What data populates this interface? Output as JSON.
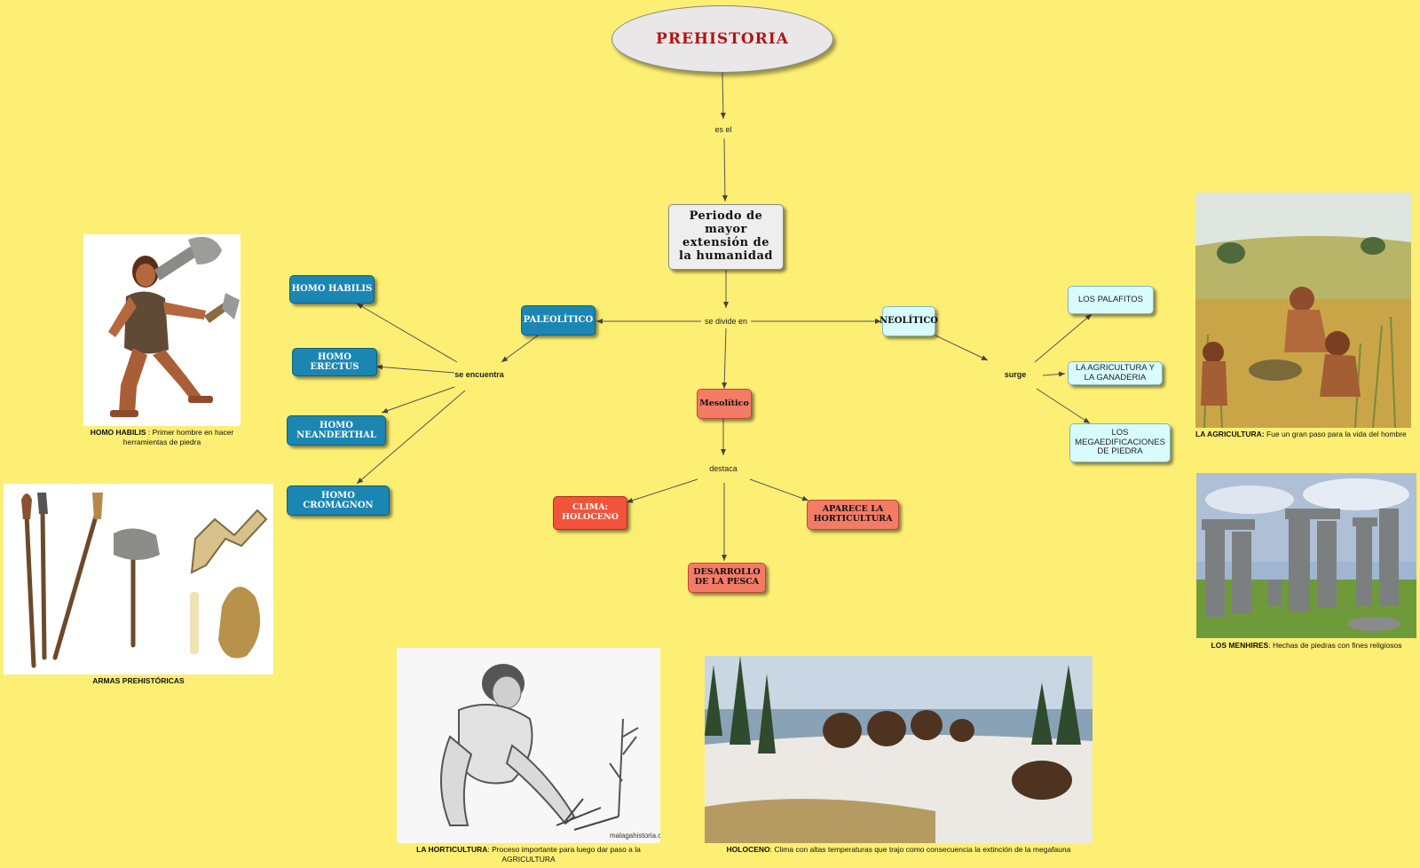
{
  "title": "PREHISTORIA",
  "center": "Periodo de mayor extensión de la humanidad",
  "links": {
    "es_el": "es el",
    "se_divide_en": "se divide en",
    "se_encuentra": "se encuentra",
    "surge": "surge",
    "destaca": "destaca"
  },
  "periods": {
    "paleolitico": "PALEOLÍTICO",
    "mesolitico": "Mesolítico",
    "neolitico": "NEOLÍTICO"
  },
  "species": [
    "HOMO HABILIS",
    "HOMO ERECTUS",
    "HOMO NEANDERTHAL",
    "HOMO CROMAGNON"
  ],
  "mesolitico_items": [
    "CLIMA: HOLOCENO",
    "APARECE LA HORTICULTURA",
    "DESARROLLO DE LA PESCA"
  ],
  "neolitico_items": [
    "LOS PALAFITOS",
    "LA AGRICULTURA Y LA GANADERIA",
    "LOS MEGAEDIFICACIONES DE PIEDRA"
  ],
  "captions": {
    "habilis": {
      "bold": "HOMO HABILIS",
      "text": " : Primer hombre en hacer herramientas de piedra"
    },
    "armas": {
      "bold": "ARMAS PREHISTÓRICAS",
      "text": ""
    },
    "horticultura": {
      "bold": "LA HORTICULTURA",
      "text": ": Proceso importante para luego dar paso a la AGRICULTURA"
    },
    "holoceno": {
      "bold": "HOLOCENO",
      "text": ": Clima con altas temperaturas que trajo como consecuencia la extinción de la megafauna"
    },
    "agricultura": {
      "bold": "LA AGRICULTURA:",
      "text": " Fue un gran paso para la vida del hombre"
    },
    "menhires": {
      "bold": "LOS MENHIRES",
      "text": ": Hechas de piedras con fines religiosos"
    }
  },
  "watermark": "malagahistoria.com",
  "colors": {
    "background": "#fdef73",
    "title_text": "#b31414",
    "paleolitico": "#1c86b3",
    "mesolitico": "#f47b66",
    "neolitico": "#d8fbfd"
  }
}
